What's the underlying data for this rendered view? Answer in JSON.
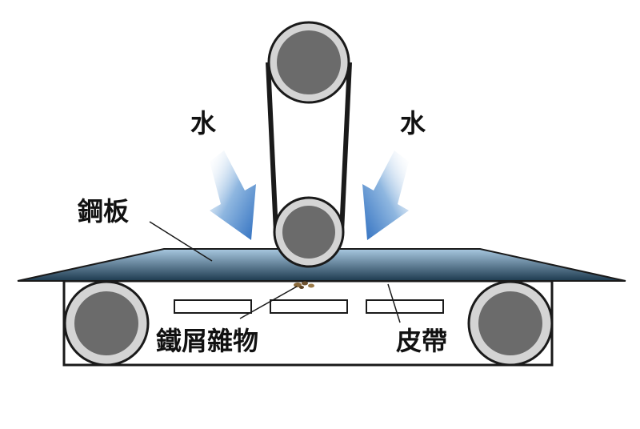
{
  "labels": {
    "water_left": "水",
    "water_right": "水",
    "steel_plate": "鋼板",
    "debris": "鐵屑雜物",
    "belt": "皮帶"
  },
  "colors": {
    "roller_fill": "#6b6b6b",
    "roller_ring": "#d4d4d4",
    "outline": "#1a1a1a",
    "plate_light": "#9fc2dc",
    "plate_dark": "#1f3d52",
    "arrow": "#3d7ec8",
    "debris": "#8a6a3c"
  }
}
